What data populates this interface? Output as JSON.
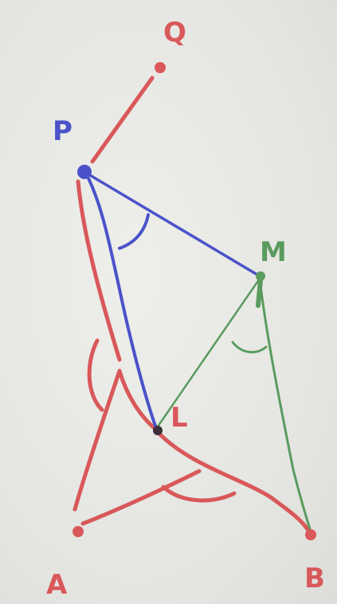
{
  "diagram": {
    "points": [
      {
        "id": "Q",
        "label": "Q",
        "color": "#d9585a"
      },
      {
        "id": "P",
        "label": "P",
        "color": "#4b52c9"
      },
      {
        "id": "M",
        "label": "M",
        "color": "#5a9b5e"
      },
      {
        "id": "L",
        "label": "L",
        "color": "#d9585a"
      },
      {
        "id": "A",
        "label": "A",
        "color": "#d9585a"
      },
      {
        "id": "B",
        "label": "B",
        "color": "#d9585a"
      }
    ],
    "colors": {
      "red": "#d9585a",
      "blue": "#4b52c9",
      "green": "#5a9b5e",
      "background": "#e6e7e3"
    }
  }
}
